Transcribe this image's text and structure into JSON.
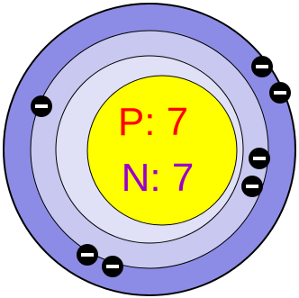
{
  "nucleus": {
    "protons_label": "P: 7",
    "neutrons_label": "N: 7",
    "proton_count": 7,
    "neutron_count": 7
  },
  "shells": [
    {
      "name": "inner-shell",
      "electron_count": 2
    },
    {
      "name": "outer-shell",
      "electron_count": 5
    }
  ],
  "electron_charge_symbol": "minus",
  "colors": {
    "outer_shell": "#8c8ce6",
    "inner_shell": "#c8c8f0",
    "shell_gap": "#e0e0f6",
    "nucleus": "#ffff00",
    "proton_text": "#ff0000",
    "neutron_text": "#9900cc",
    "electron": "#000000",
    "outline": "#000000"
  }
}
